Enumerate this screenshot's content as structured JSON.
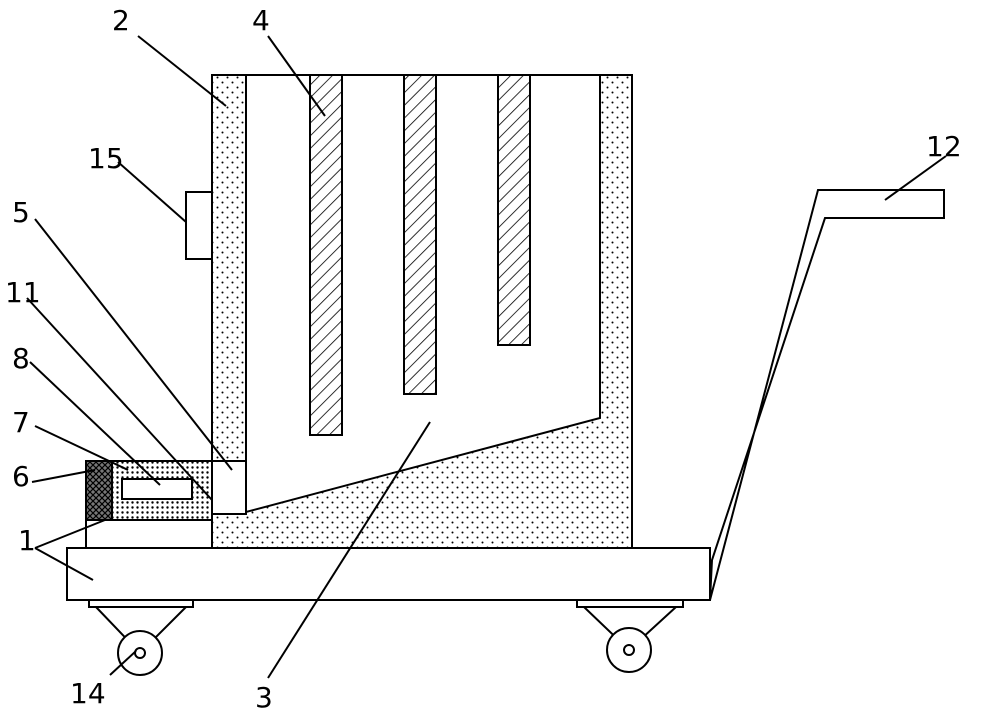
{
  "colors": {
    "stroke": "#000000",
    "background": "#ffffff",
    "rod_hatch": "#000000",
    "insulation_dots": "#000000"
  },
  "labels": {
    "l1": "1",
    "l2": "2",
    "l3": "3",
    "l4": "4",
    "l5": "5",
    "l6": "6",
    "l7": "7",
    "l8": "8",
    "l11": "11",
    "l12": "12",
    "l14": "14",
    "l15": "15"
  }
}
